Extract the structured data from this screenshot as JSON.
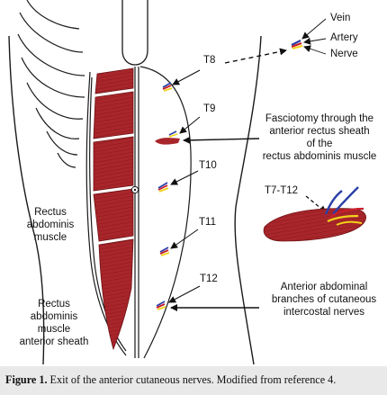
{
  "labels": {
    "vein": "Vein",
    "artery": "Artery",
    "nerve": "Nerve",
    "t8": "T8",
    "t9": "T9",
    "t10": "T10",
    "t11": "T11",
    "t12": "T12",
    "t7_t12": "T7-T12",
    "fasciotomy_1": "Fasciotomy through the",
    "fasciotomy_2": "anterior rectus sheath",
    "fasciotomy_3": "of the",
    "fasciotomy_4": "rectus abdominis muscle",
    "rectus_muscle_1": "Rectus",
    "rectus_muscle_2": "abdominis",
    "rectus_muscle_3": "muscle",
    "sheath_1": "Rectus",
    "sheath_2": "abdominis",
    "sheath_3": "muscle",
    "sheath_4": "anterior sheath",
    "branches_1": "Anterior abdominal",
    "branches_2": "branches of cutaneous",
    "branches_3": "intercostal nerves"
  },
  "caption": {
    "prefix": "Figure 1.",
    "text": " Exit of the anterior cutaneous nerves. Modified from reference 4."
  },
  "colors": {
    "muscle": "#a8262b",
    "muscle_dark": "#7a1417",
    "vein": "#2b3fa6",
    "artery": "#c8202a",
    "nerve": "#f2d21c",
    "outline": "#1a1a1a"
  }
}
